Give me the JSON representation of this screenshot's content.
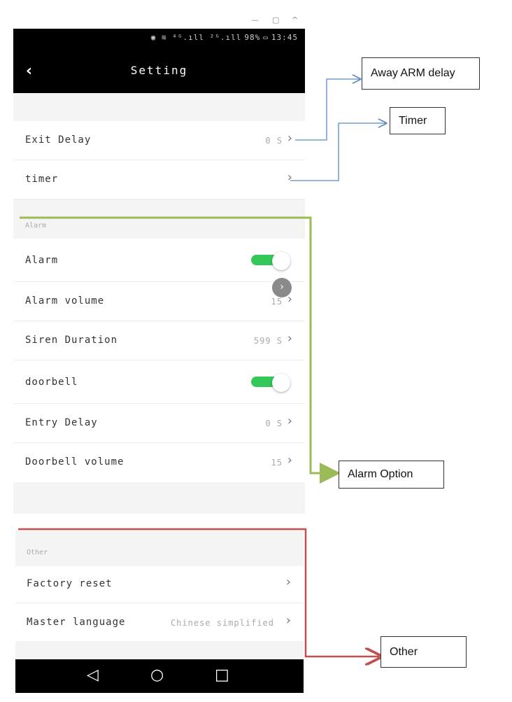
{
  "window": {
    "minimize": "—",
    "restore": "▢",
    "close": "^"
  },
  "status_bar": {
    "icons_text": "◉ ≋ ⁴ᴳ.ıll ²ᴳ.ıll",
    "battery": "98%",
    "time": "13:45"
  },
  "header": {
    "back_icon": "chevron-left-icon",
    "title": "Setting"
  },
  "group1": {
    "items": [
      {
        "label": "Exit Delay",
        "value": "0 S"
      },
      {
        "label": "timer",
        "value": ""
      }
    ]
  },
  "alarm_section": {
    "heading": "Alarm",
    "items": [
      {
        "label": "Alarm",
        "type": "toggle",
        "on": true
      },
      {
        "label": "Alarm volume",
        "value": "15"
      },
      {
        "label": "Siren Duration",
        "value": "599 S"
      },
      {
        "label": "doorbell",
        "type": "toggle",
        "on": true
      },
      {
        "label": "Entry Delay",
        "value": "0 S"
      },
      {
        "label": "Doorbell volume",
        "value": "15"
      }
    ]
  },
  "other_section": {
    "heading": "Other",
    "items": [
      {
        "label": "Factory reset",
        "value": ""
      },
      {
        "label": "Master language",
        "value": "Chinese simplified"
      }
    ]
  },
  "callouts": {
    "away_arm_delay": "Away ARM delay",
    "timer": "Timer",
    "alarm_option": "Alarm Option",
    "other": "Other"
  },
  "colors": {
    "toggle_on": "#34c759",
    "blue_arrow": "#5b8ac6",
    "green_arrow": "#9bbb59",
    "red_arrow": "#c0504d"
  },
  "chevron": "›"
}
